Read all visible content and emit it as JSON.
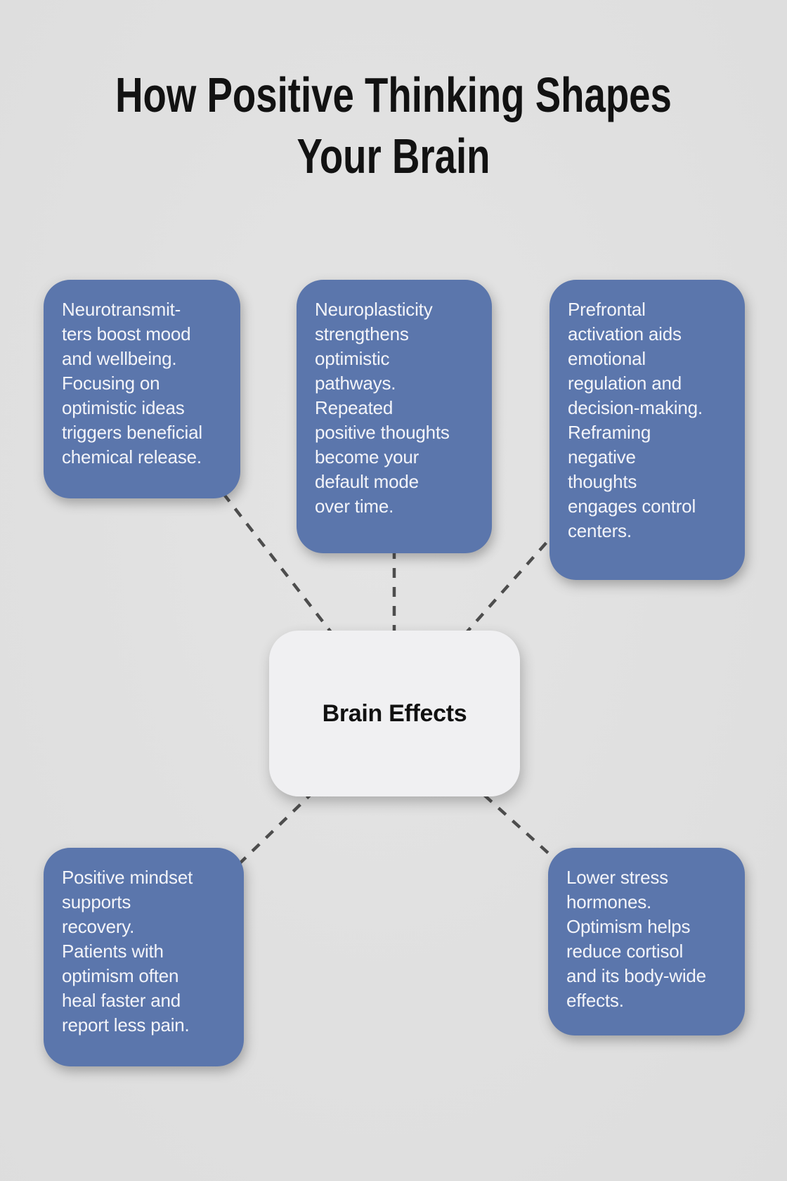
{
  "title": {
    "lines": [
      "How Positive Thinking Shapes",
      "Your Brain"
    ]
  },
  "center_node": {
    "label": "Brain Effects"
  },
  "nodes": [
    {
      "position": "top-left",
      "topic": "neurotransmitters",
      "lines": [
        "Neurotransmit-",
        "ters boost mood",
        "and wellbeing.",
        "Focusing on",
        "optimistic ideas",
        "triggers beneficial",
        "chemical release."
      ]
    },
    {
      "position": "top-center",
      "topic": "neuroplasticity",
      "lines": [
        "Neuroplasticity",
        "strengthens",
        "optimistic",
        "pathways.",
        "Repeated",
        "positive thoughts",
        "become your",
        "default mode",
        "over time."
      ]
    },
    {
      "position": "top-right",
      "topic": "prefrontal-activation",
      "lines": [
        "Prefrontal",
        "activation aids",
        "emotional",
        "regulation and",
        "decision-making.",
        "Reframing",
        "negative",
        "thoughts",
        "engages control",
        "centers."
      ]
    },
    {
      "position": "bottom-left",
      "topic": "recovery",
      "lines": [
        "Positive mindset",
        "supports",
        "recovery.",
        "Patients with",
        "optimism often",
        "heal faster and",
        "report less pain."
      ]
    },
    {
      "position": "bottom-right",
      "topic": "stress-hormones",
      "lines": [
        "Lower stress",
        "hormones.",
        "Optimism helps",
        "reduce cortisol",
        "and its body-wide",
        "effects."
      ]
    }
  ],
  "colors": {
    "background": "#e0e0e0",
    "node_fill": "#5b76ac",
    "node_text": "#f3f4f9",
    "center_fill": "#f0f0f2",
    "center_text": "#111111",
    "connector": "#4d4d4d",
    "title_text": "#121212"
  }
}
